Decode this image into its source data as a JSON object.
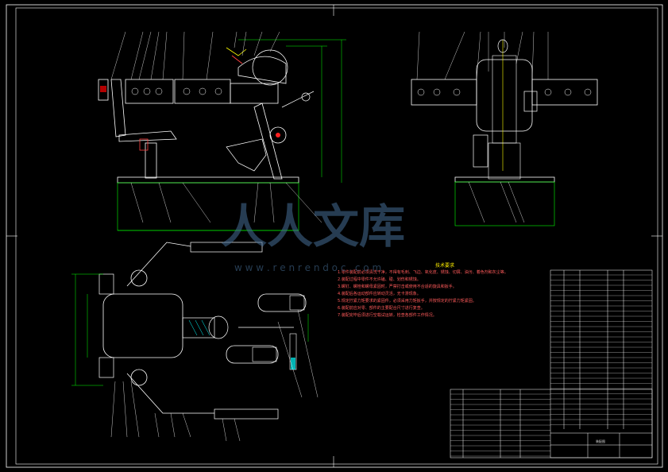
{
  "watermark": {
    "brand_cn": "人人文库",
    "url": "w w w . r e n r e n d o c . c o m"
  },
  "notes": {
    "title": "技术要求",
    "items": [
      "1.零件装配前必须清洗干净，不得有毛刺、飞边、氧化皮、锈蚀、切屑、油污、着色剂和灰尘等。",
      "2.装配过程中零件不允许磕、碰、划伤和锈蚀。",
      "3.螺钉、螺栓和螺母紧固时，严禁打击或使用不合适的旋具和扳手。",
      "4.装配后各运动部件应转动灵活，无卡滞现象。",
      "5.规定拧紧力矩要求的紧固件，必须采用力矩扳手，并按规定的拧紧力矩紧固。",
      "6.装配前应对零、部件的主要配合尺寸进行复查。",
      "7.装配完毕后须进行空载试运转，检查各部件工作情况。"
    ]
  },
  "title_block": {
    "drawing_title": "装配图"
  },
  "colors": {
    "frame": "#ffffff",
    "part": "#ffffff",
    "dimension": "#00ff00",
    "leader": "#ffffff",
    "hatch": "#00ffff",
    "accent_red": "#ff0000",
    "accent_yellow": "#ffff00",
    "watermark": "#3c6e96"
  }
}
